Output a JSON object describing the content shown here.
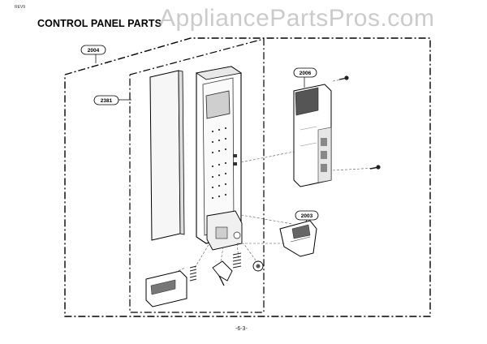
{
  "header": {
    "revision_mark": "REV9",
    "title": "CONTROL PANEL PARTS",
    "watermark": "AppliancePartsPros.com"
  },
  "callouts": {
    "c2004": "2004",
    "c2381": "2381",
    "c2006": "2006",
    "c2003": "2003"
  },
  "footer": {
    "page_number": "-6-3-"
  }
}
